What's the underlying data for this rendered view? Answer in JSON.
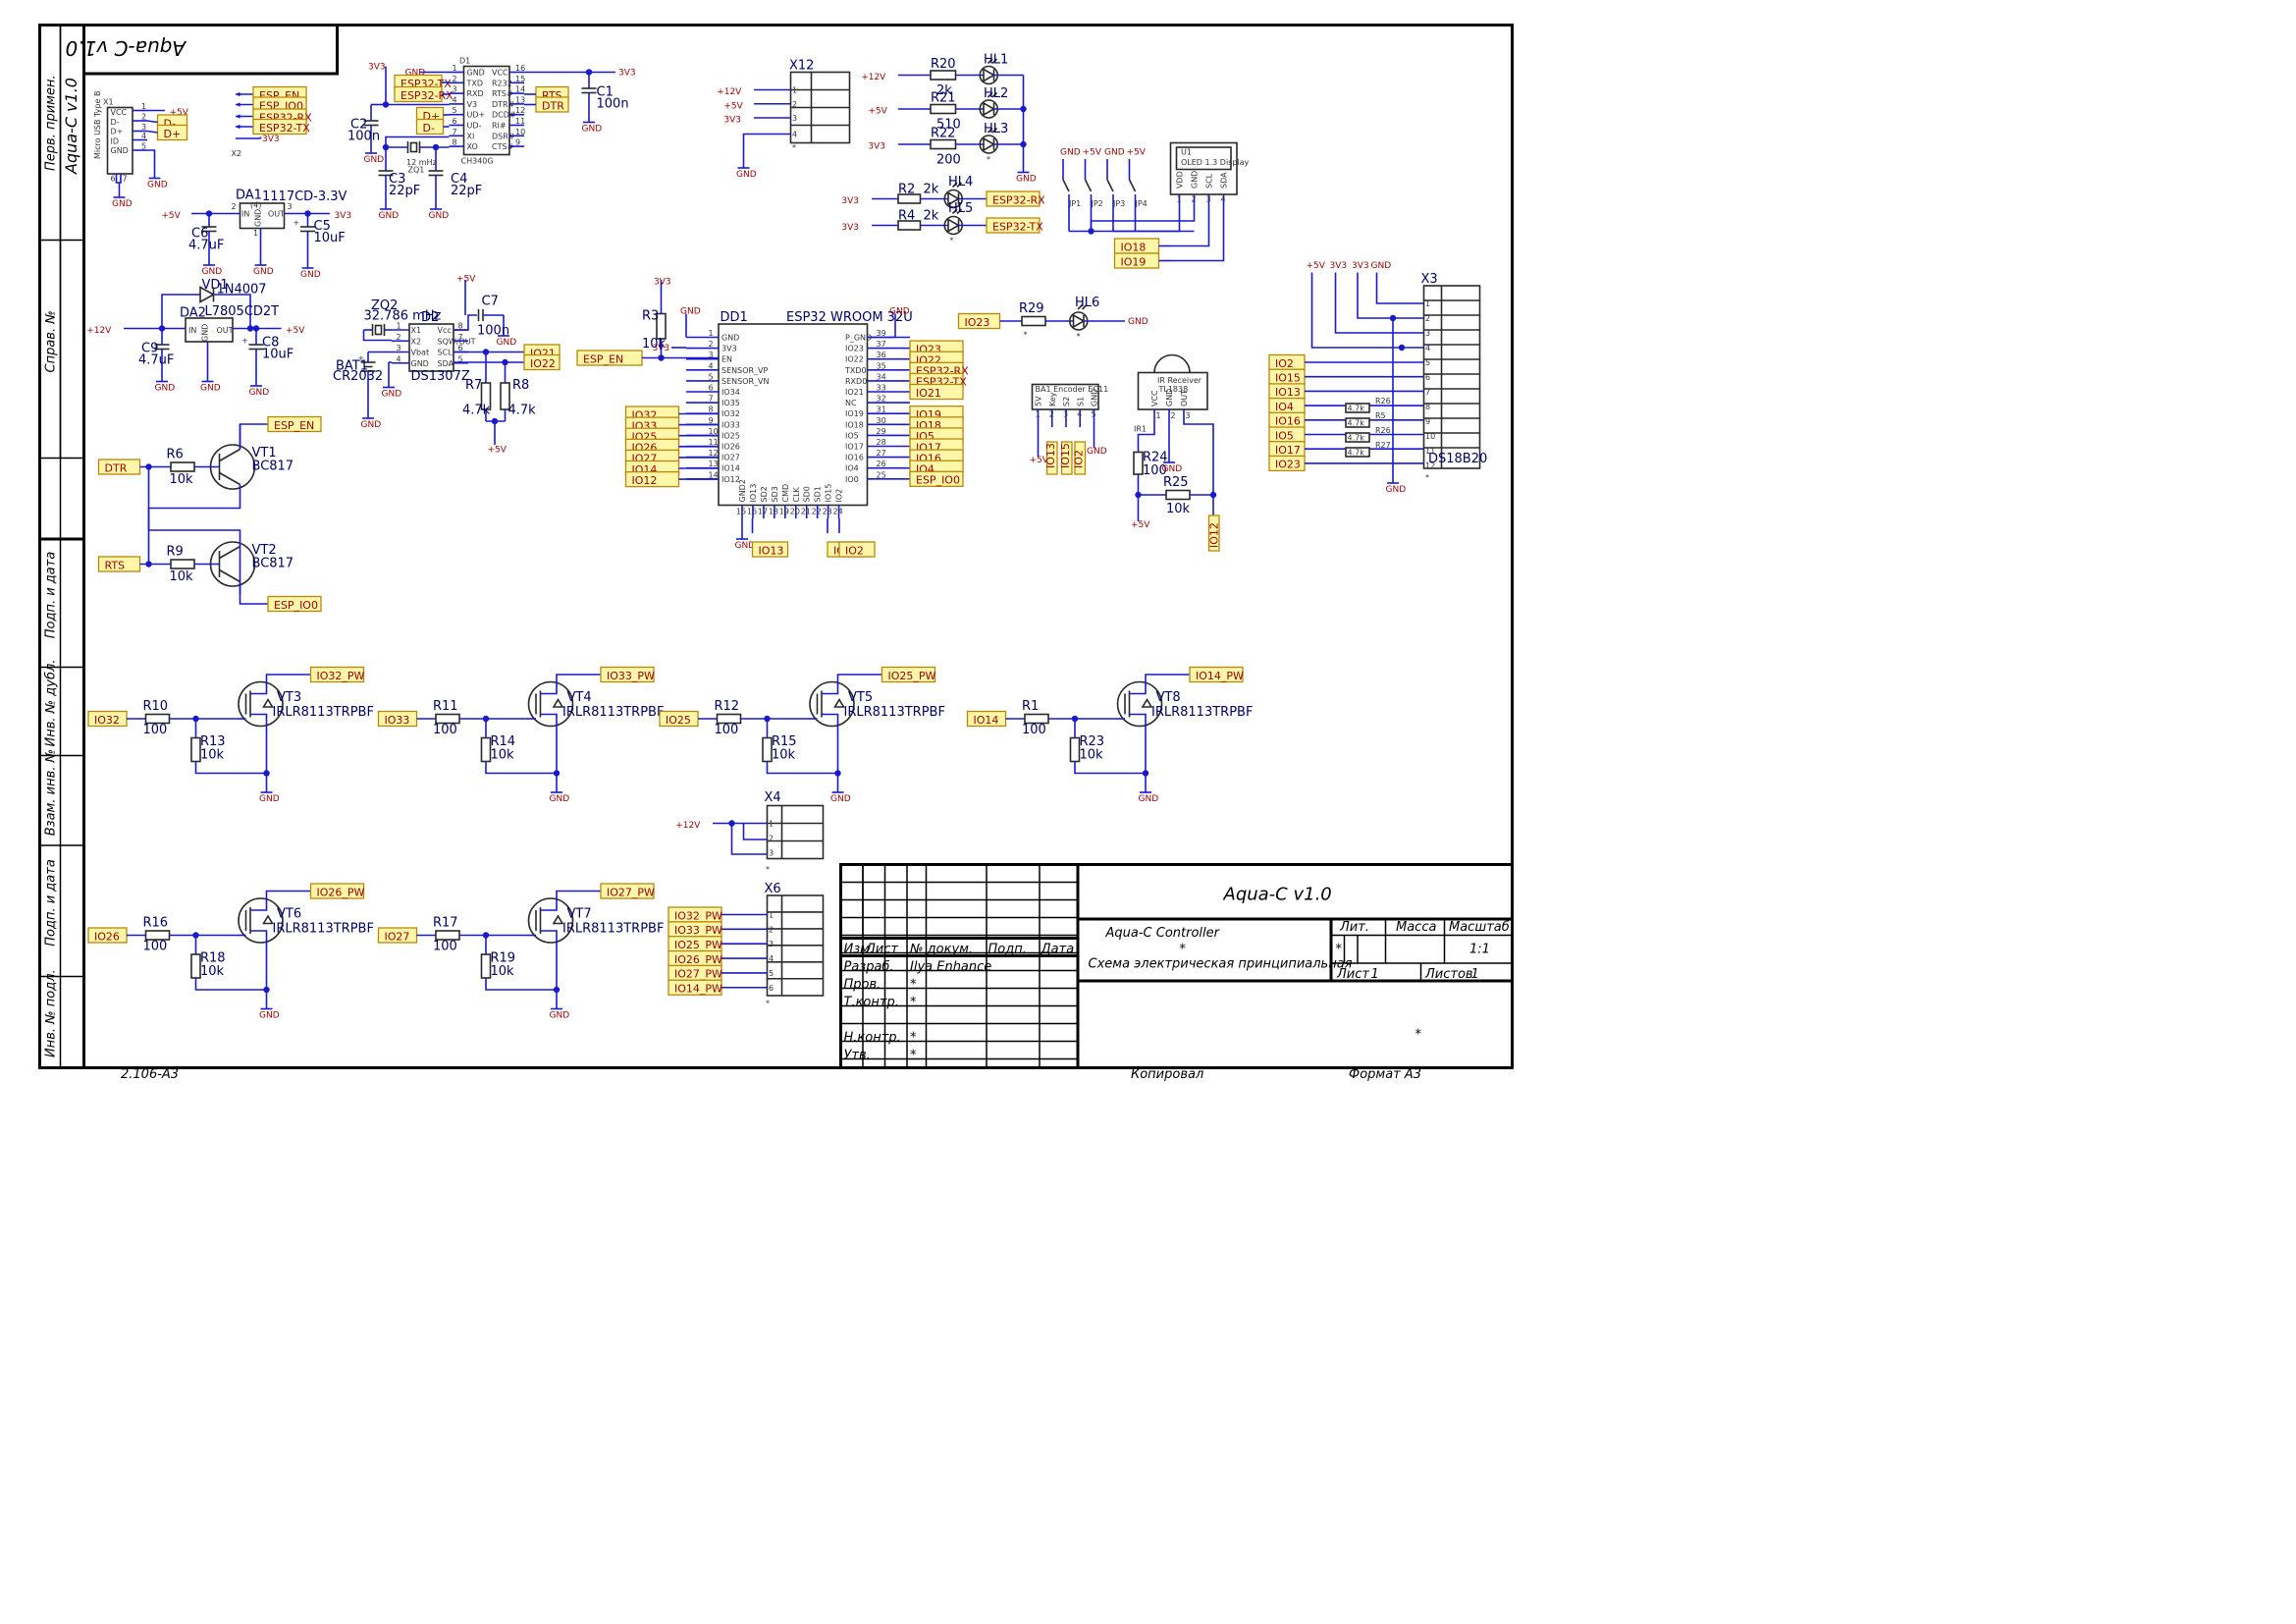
{
  "title_mirrored": "Aqua-C v1.0",
  "side_title": "Aqua-C v1.0",
  "side_labels": [
    "Перв. примен.",
    "Справ. №",
    "Подп. и дата",
    "Инв. № дубл.",
    "Взам. инв. №",
    "Подп. и дата",
    "Инв. № подл."
  ],
  "stamp": {
    "title": "Aqua-C v1.0",
    "doc_name": "Aqua-C Controller",
    "doc_star": "*",
    "doc_type": "Схема электрическая принципиальная",
    "col_headers": [
      "Изм.",
      "Лист",
      "№ докум.",
      "Подп.",
      "Дата"
    ],
    "rows": [
      {
        "role": "Разраб.",
        "name": "Ilya Enhance"
      },
      {
        "role": "Пров.",
        "name": "*"
      },
      {
        "role": "Т.контр.",
        "name": "*"
      },
      {
        "role": "",
        "name": ""
      },
      {
        "role": "Н.контр.",
        "name": "*"
      },
      {
        "role": "Утв.",
        "name": "*"
      }
    ],
    "lit": "Лит.",
    "mass": "Масса",
    "scale": "Масштаб",
    "lit_value": "*",
    "scale_value": "1:1",
    "sheet": "Лист",
    "sheet_value": "1",
    "sheets": "Листов",
    "sheets_value": "1",
    "org": "*"
  },
  "footer": {
    "left": "2.106-A3",
    "copy": "Копировал",
    "format": "Формат A3"
  },
  "usb": {
    "ref": "X1",
    "type": "Micro USB Type B",
    "pins": [
      "VCC",
      "D-",
      "D+",
      "ID",
      "GND"
    ],
    "nums": [
      "1",
      "2",
      "3",
      "4",
      "5",
      "6",
      "7"
    ],
    "tags": [
      "D-",
      "D+"
    ],
    "vcc": "+5V",
    "gnd": "GND"
  },
  "x2": {
    "ref": "X2",
    "tags": [
      "ESP_EN",
      "ESP_IO0",
      "ESP32-RX",
      "ESP32-TX"
    ],
    "pwr": "3V3"
  },
  "da1": {
    "ref": "DA1",
    "part": "1117CD-3.3V",
    "in": "IN",
    "out": "OUT",
    "gnd": "GND",
    "c6": "C6",
    "c6v": "4.7uF",
    "c5": "C5",
    "c5v": "10uF",
    "vin": "+5V",
    "vout": "3V3",
    "p2": "2",
    "p3": "3",
    "p4": "(4)",
    "p1": "1"
  },
  "da2": {
    "ref": "DA2",
    "part": "L7805CD2T",
    "vd": "VD1",
    "vdp": "1N4007",
    "c9": "C9",
    "c9v": "4.7uF",
    "c8": "C8",
    "c8v": "10uF",
    "vin": "+12V",
    "vout": "+5V",
    "in": "IN",
    "out": "OUT",
    "gnd": "GND"
  },
  "ch340": {
    "ref": "D1",
    "part": "CH340G",
    "left": [
      "GND",
      "TXD",
      "RXD",
      "V3",
      "UD+",
      "UD-",
      "XI",
      "XO"
    ],
    "right": [
      "VCC",
      "R232",
      "RTS#",
      "DTR#",
      "DCD#",
      "RI#",
      "DSR#",
      "CTS#"
    ],
    "lnums": [
      "1",
      "2",
      "3",
      "4",
      "5",
      "6",
      "7",
      "8"
    ],
    "rnums": [
      "16",
      "15",
      "14",
      "13",
      "12",
      "11",
      "10",
      "9"
    ],
    "tags_l": [
      "ESP32-TX",
      "ESP32-RX",
      "D+",
      "D-"
    ],
    "tags_r": [
      "RTS",
      "DTR"
    ],
    "c1": "C1",
    "c1v": "100n",
    "c2": "C2",
    "c2v": "100n",
    "c3": "C3",
    "c3v": "22pF",
    "c4": "C4",
    "c4v": "22pF",
    "q": "12 mHz",
    "qref": "ZQ1",
    "pwr": "3V3",
    "gnd": "GND"
  },
  "ds": {
    "ref": "D2",
    "part": "DS1307Z",
    "pins": [
      "X1",
      "X2",
      "Vbat",
      "GND"
    ],
    "rpins": [
      "Vcc",
      "SQW/OUT",
      "SCL",
      "SDA"
    ],
    "lnums": [
      "1",
      "2",
      "3",
      "4"
    ],
    "rnums": [
      "8",
      "7",
      "6",
      "5"
    ],
    "zq": "ZQ2",
    "zqv": "32.786 mHz",
    "bat": "BAT1",
    "batv": "CR2032",
    "c7": "C7",
    "c7v": "100n",
    "r7": "R7",
    "r7v": "4.7k",
    "r8": "R8",
    "r8v": "4.7k",
    "tags": [
      "IO21",
      "IO22"
    ],
    "vcc": "+5V",
    "gnd": "GND"
  },
  "esp": {
    "ref": "DD1",
    "part": "ESP32 WROOM 32U",
    "left": [
      "GND",
      "3V3",
      "EN",
      "SENSOR_VP",
      "SENSOR_VN",
      "IO34",
      "IO35",
      "IO32",
      "IO33",
      "IO25",
      "IO26",
      "IO27",
      "IO14",
      "IO12"
    ],
    "lnums": [
      "1",
      "2",
      "3",
      "4",
      "5",
      "6",
      "7",
      "8",
      "9",
      "10",
      "11",
      "12",
      "13",
      "14"
    ],
    "right": [
      "P_GND",
      "IO23",
      "IO22",
      "TXD0",
      "RXD0",
      "IO21",
      "NC",
      "IO19",
      "IO18",
      "IO5",
      "IO17",
      "IO16",
      "IO4",
      "IO0"
    ],
    "rnums": [
      "39",
      "37",
      "36",
      "35",
      "34",
      "33",
      "32",
      "31",
      "30",
      "29",
      "28",
      "27",
      "26",
      "25"
    ],
    "bottom": [
      "GND2",
      "IO13",
      "SD2",
      "SD3",
      "CMD",
      "CLK",
      "SD0",
      "SD1",
      "IO15",
      "IO2"
    ],
    "bnums": [
      "15",
      "16",
      "17",
      "18",
      "19",
      "20",
      "21",
      "22",
      "23",
      "24"
    ],
    "tags_l": [
      "IO32",
      "IO33",
      "IO25",
      "IO26",
      "IO27",
      "IO14",
      "IO12"
    ],
    "tags_r": [
      "IO23",
      "IO22",
      "ESP32-RX",
      "ESP32-TX",
      "IO21",
      "IO19",
      "IO18",
      "IO5",
      "IO17",
      "IO16",
      "IO4",
      "ESP_IO0"
    ],
    "tags_b": [
      "IO13",
      "IO15",
      "IO2"
    ],
    "en_tag": "ESP_EN",
    "r3": "R3",
    "r3v": "10k",
    "pwr": "3V3",
    "gnd": "GND"
  },
  "x12": {
    "ref": "X12",
    "pwr": [
      "+12V",
      "+5V",
      "3V3"
    ],
    "nums": [
      "1",
      "2",
      "3",
      "4"
    ],
    "gnd": "GND",
    "star": "*"
  },
  "hl": {
    "r20": "R20",
    "r20v": "2k",
    "r21": "R21",
    "r21v": "510",
    "r22": "R22",
    "r22v": "200",
    "hl1": "HL1",
    "hl2": "HL2",
    "hl3": "HL3",
    "p": [
      "+12V",
      "+5V",
      "3V3"
    ],
    "gnd": "GND",
    "star": "*"
  },
  "hl45": {
    "r2": "R2",
    "r2v": "2k",
    "r4": "R4",
    "r4v": "2k",
    "hl4": "HL4",
    "hl5": "HL5",
    "tags": [
      "ESP32-RX",
      "ESP32-TX"
    ],
    "pwr": "3V3",
    "star": "*"
  },
  "oled": {
    "ref": "U1",
    "part": "OLED 1.3 Display",
    "pins": [
      "VDD",
      "GND",
      "SCL",
      "SDA"
    ],
    "nums": [
      "1",
      "2",
      "3",
      "4"
    ],
    "jp": [
      "JP1",
      "JP2",
      "JP3",
      "JP4"
    ],
    "jpp": [
      "GND",
      "+5V",
      "GND",
      "+5V"
    ],
    "tags": [
      "IO18",
      "IO19"
    ]
  },
  "hl6": {
    "ref": "HL6",
    "r": "R29",
    "tag": "IO23",
    "gnd": "GND",
    "star": "*"
  },
  "enc": {
    "ref": "BA1",
    "part": "Encoder EC11",
    "pins": [
      "5V",
      "Key",
      "S2",
      "S1",
      "GND"
    ],
    "nums": [
      "1",
      "2",
      "3",
      "4",
      "5"
    ],
    "tags": [
      "IO13",
      "IO15",
      "IO2"
    ],
    "pwr": "+5V",
    "gnd": "GND"
  },
  "ir": {
    "ref": "IR1",
    "part": "IR Receiver",
    "part2": "TL1838",
    "pins": [
      "VCC",
      "GND",
      "OUT"
    ],
    "nums": [
      "1",
      "2",
      "3"
    ],
    "r24": "R24",
    "r24v": "100",
    "r25": "R25",
    "r25v": "10k",
    "tag": "IO12",
    "pwr": "+5V",
    "gnd": "GND"
  },
  "x3": {
    "ref": "X3",
    "part": "DS18B20",
    "top": [
      "+5V",
      "3V3",
      "3V3",
      "GND"
    ],
    "nums": [
      "1",
      "2",
      "3",
      "4",
      "5",
      "6",
      "7",
      "8",
      "9",
      "10",
      "11",
      "12"
    ],
    "tags": [
      "IO2",
      "IO15",
      "IO13",
      "IO4",
      "IO16",
      "IO5",
      "IO17",
      "IO23"
    ],
    "res": [
      "R26",
      "R5",
      "R26",
      "R27"
    ],
    "resv": [
      "4.7k",
      "4.7k",
      "4.7k",
      "4.7k"
    ],
    "gnd": "GND",
    "star": "*"
  },
  "vt12": {
    "vt1": "VT1",
    "vt2": "VT2",
    "part": "BC817",
    "r6": "R6",
    "r6v": "10k",
    "r9": "R9",
    "r9v": "10k",
    "tags": [
      "DTR",
      "RTS",
      "ESP_EN",
      "ESP_IO0"
    ]
  },
  "mosfets": [
    {
      "ref": "VT3",
      "in": "IO32",
      "out": "IO32_PW",
      "r": "R10",
      "rv": "100",
      "rg": "R13",
      "rgv": "10k"
    },
    {
      "ref": "VT4",
      "in": "IO33",
      "out": "IO33_PW",
      "r": "R11",
      "rv": "100",
      "rg": "R14",
      "rgv": "10k"
    },
    {
      "ref": "VT5",
      "in": "IO25",
      "out": "IO25_PW",
      "r": "R12",
      "rv": "100",
      "rg": "R15",
      "rgv": "10k"
    },
    {
      "ref": "VT8",
      "in": "IO14",
      "out": "IO14_PW",
      "r": "R1",
      "rv": "100",
      "rg": "R23",
      "rgv": "10k"
    },
    {
      "ref": "VT6",
      "in": "IO26",
      "out": "IO26_PW",
      "r": "R16",
      "rv": "100",
      "rg": "R18",
      "rgv": "10k"
    },
    {
      "ref": "VT7",
      "in": "IO27",
      "out": "IO27_PW",
      "r": "R17",
      "rv": "100",
      "rg": "R19",
      "rgv": "10k"
    }
  ],
  "mosfet_part": "IRLR8113TRPBF",
  "x4": {
    "ref": "X4",
    "pwr": "+12V",
    "nums": [
      "1",
      "2",
      "3"
    ],
    "star": "*"
  },
  "x6": {
    "ref": "X6",
    "tags": [
      "IO32_PW",
      "IO33_PW",
      "IO25_PW",
      "IO26_PW",
      "IO27_PW",
      "IO14_PW"
    ],
    "nums": [
      "1",
      "2",
      "3",
      "4",
      "5",
      "6"
    ],
    "star": "*"
  },
  "gnd_label": "GND"
}
